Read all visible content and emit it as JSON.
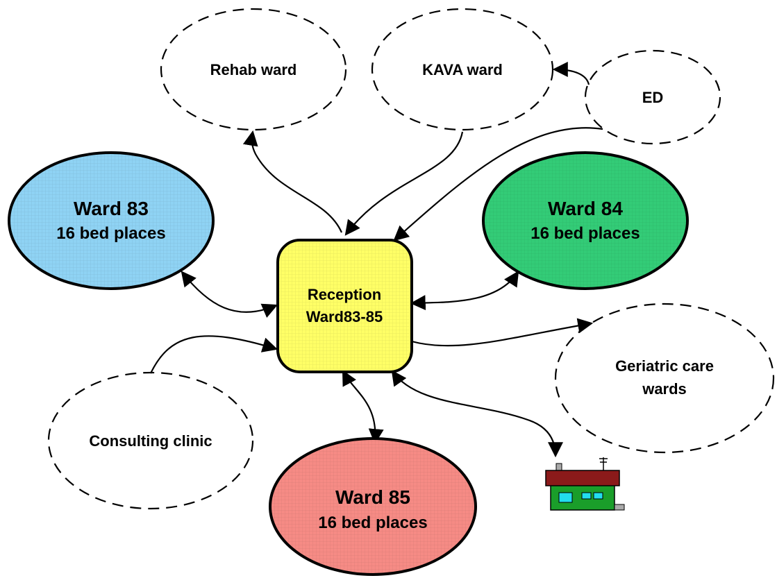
{
  "colors": {
    "ward83": "#8fd3f4",
    "ward84": "#33cc77",
    "ward85": "#f68b85",
    "reception": "#ffff66",
    "outline": "#000000",
    "house_roof": "#8b1a1a",
    "house_wall": "#1a9e2a",
    "house_window": "#22ddee",
    "house_chimney": "#aaaaaa"
  },
  "nodes": {
    "reception": {
      "line1": "Reception",
      "line2": "Ward83-85"
    },
    "ward83": {
      "title": "Ward 83",
      "subtitle": "16 bed places"
    },
    "ward84": {
      "title": "Ward 84",
      "subtitle": "16 bed places"
    },
    "ward85": {
      "title": "Ward 85",
      "subtitle": "16 bed places"
    },
    "rehab": {
      "label": "Rehab ward"
    },
    "kava": {
      "label": "KAVA ward"
    },
    "ed": {
      "label": "ED"
    },
    "geriatric": {
      "line1": "Geriatric care",
      "line2": "wards"
    },
    "clinic": {
      "label": "Consulting clinic"
    }
  },
  "icons": {
    "home": "house-icon"
  }
}
